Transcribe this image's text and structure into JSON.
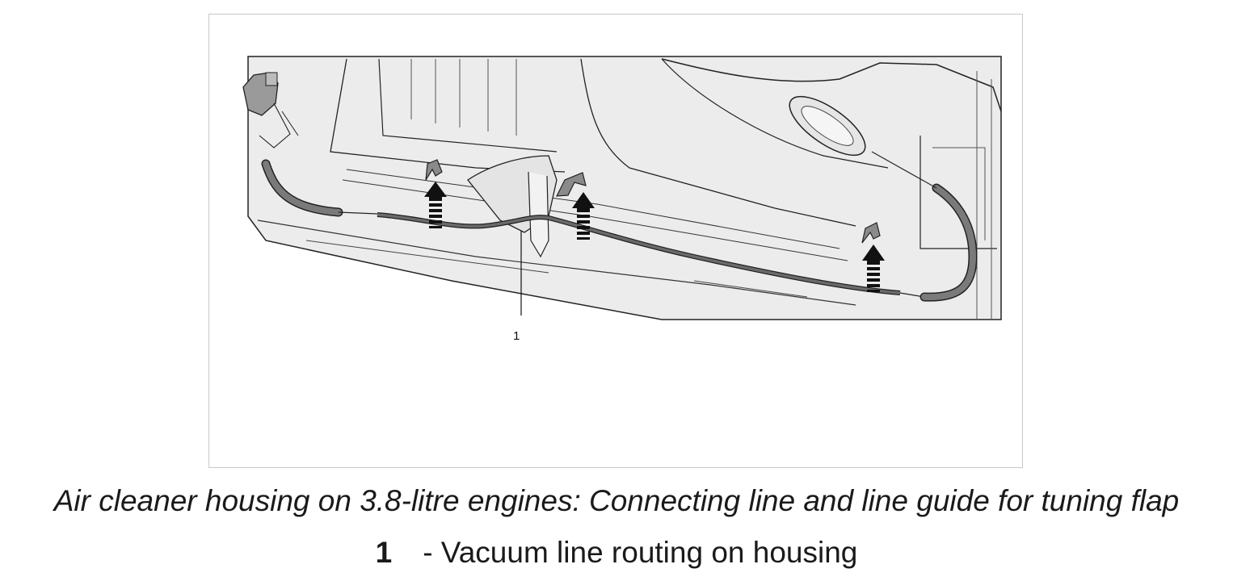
{
  "figure": {
    "callout_number": "1"
  },
  "caption": "Air cleaner housing on 3.8-litre engines: Connecting line and line guide for tuning flap",
  "legend": [
    {
      "number": "1",
      "text": "- Vacuum line routing on housing"
    }
  ]
}
